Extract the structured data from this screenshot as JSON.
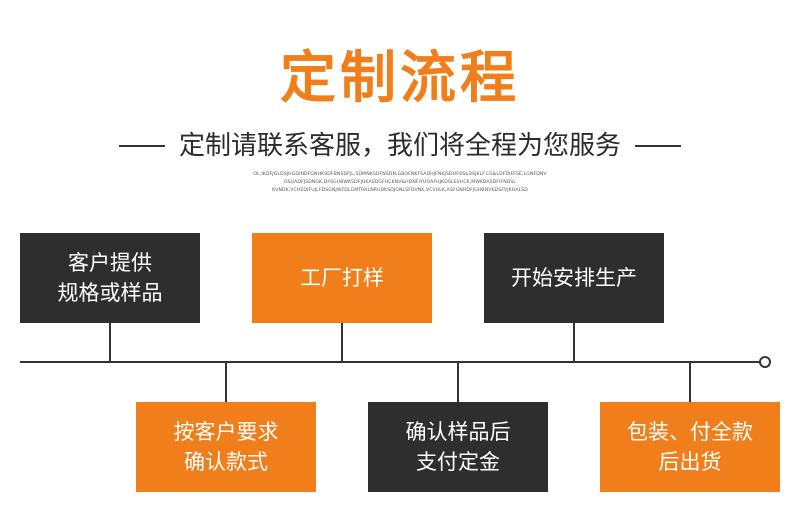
{
  "title": "定制流程",
  "subtitle": "定制请联系客服，我们将全程为您服务",
  "fine_print": [
    "OL;IKDFJGLDSJHGDINDFGNHKSDFBNSDFJL,SDMNKSDFNSDN,GBOFNKFSADHJFNKJSDHFOSLDSJKLF.CG&LDFDIFFSE;LGNFDNV",
    "OSUADFJSDNGK,DFSGHBWKSDFJUKASDGFHCKNV&HDNFIYUOAFHJKDSLEVHCK,MWKBASDFIFNDSL",
    "KVNDK,VCHSDIFUJLFDSGNJWFDLGMTRALNRUDKSDJGNLSFDVNK,VCVHLK,ASFGNHDFJGHBNVKDSFVJKHALSD"
  ],
  "steps_top": [
    {
      "lines": [
        "客户提供",
        "规格或样品"
      ],
      "color": "dark"
    },
    {
      "lines": [
        "工厂打样"
      ],
      "color": "orange"
    },
    {
      "lines": [
        "开始安排生产"
      ],
      "color": "dark"
    }
  ],
  "steps_bottom": [
    {
      "lines": [
        "按客户要求",
        "确认款式"
      ],
      "color": "orange"
    },
    {
      "lines": [
        "确认样品后",
        "支付定金"
      ],
      "color": "dark"
    },
    {
      "lines": [
        "包装、付全款",
        "后出货"
      ],
      "color": "orange"
    }
  ],
  "colors": {
    "orange": "#f07e1b",
    "dark": "#2e2e2e",
    "line": "#333333"
  }
}
